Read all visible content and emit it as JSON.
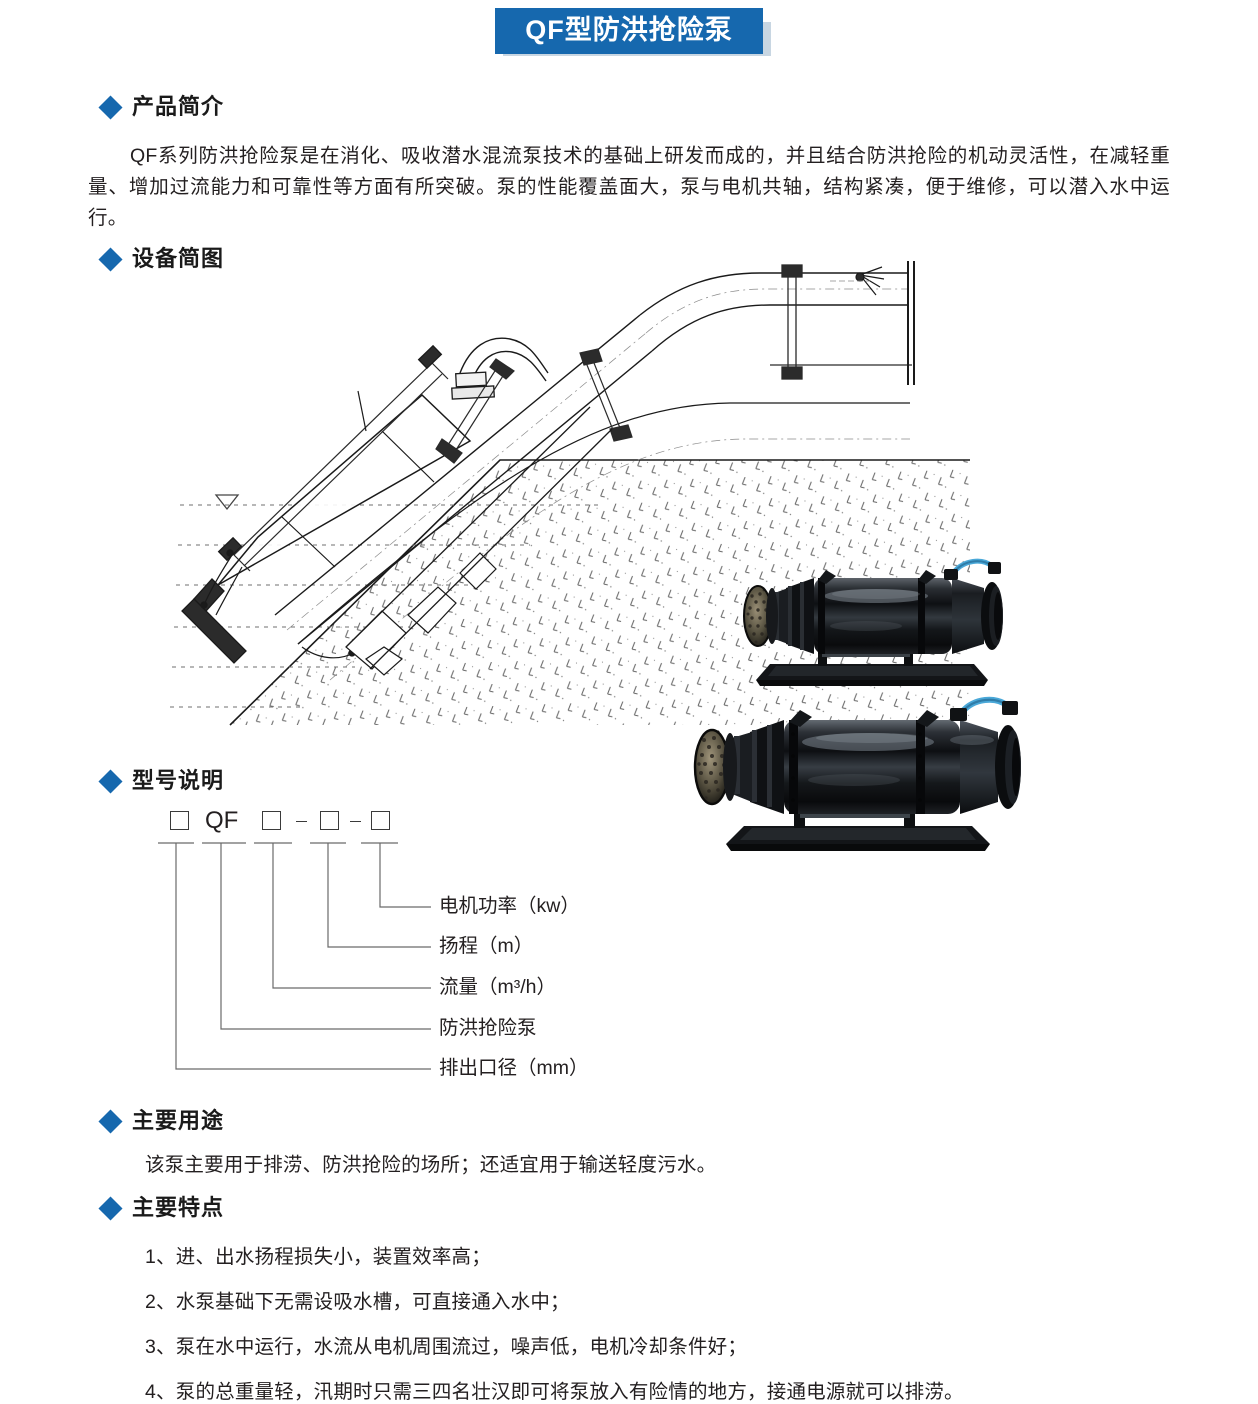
{
  "title": "QF型防洪抢险泵",
  "colors": {
    "accent_blue": "#1668ae",
    "title_shadow": "#c8d6e2",
    "text": "#231f20"
  },
  "sections": {
    "intro": {
      "heading": "产品简介",
      "body": "QF系列防洪抢险泵是在消化、吸收潜水混流泵技术的基础上研发而成的，并且结合防洪抢险的机动灵活性，在减轻重量、增加过流能力和可靠性等方面有所突破。泵的性能覆盖面大，泵与电机共轴，结构紧凑，便于维修，可以潜入水中运行。"
    },
    "diagram": {
      "heading": "设备简图",
      "caption_icons": {
        "water_level_marker": "water-level-triangle",
        "ground_hatch": "earth-hatch"
      }
    },
    "model": {
      "heading": "型号说明",
      "code_parts": [
        "□",
        "QF",
        "□",
        "–",
        "□",
        "–",
        "□"
      ],
      "labels": [
        "电机功率（kw）",
        "扬程（m）",
        "流量（m³/h）",
        "防洪抢险泵",
        "排出口径（mm）"
      ]
    },
    "usage": {
      "heading": "主要用途",
      "body": "该泵主要用于排涝、防洪抢险的场所；还适宜用于输送轻度污水。"
    },
    "features": {
      "heading": "主要特点",
      "items": [
        "1、进、出水扬程损失小，装置效率高；",
        "2、水泵基础下无需设吸水槽，可直接通入水中；",
        "3、泵在水中运行，水流从电机周围流过，噪声低，电机冷却条件好；",
        "4、泵的总重量轻，汛期时只需三四名壮汉即可将泵放入有险情的地方，接通电源就可以排涝。"
      ]
    }
  }
}
